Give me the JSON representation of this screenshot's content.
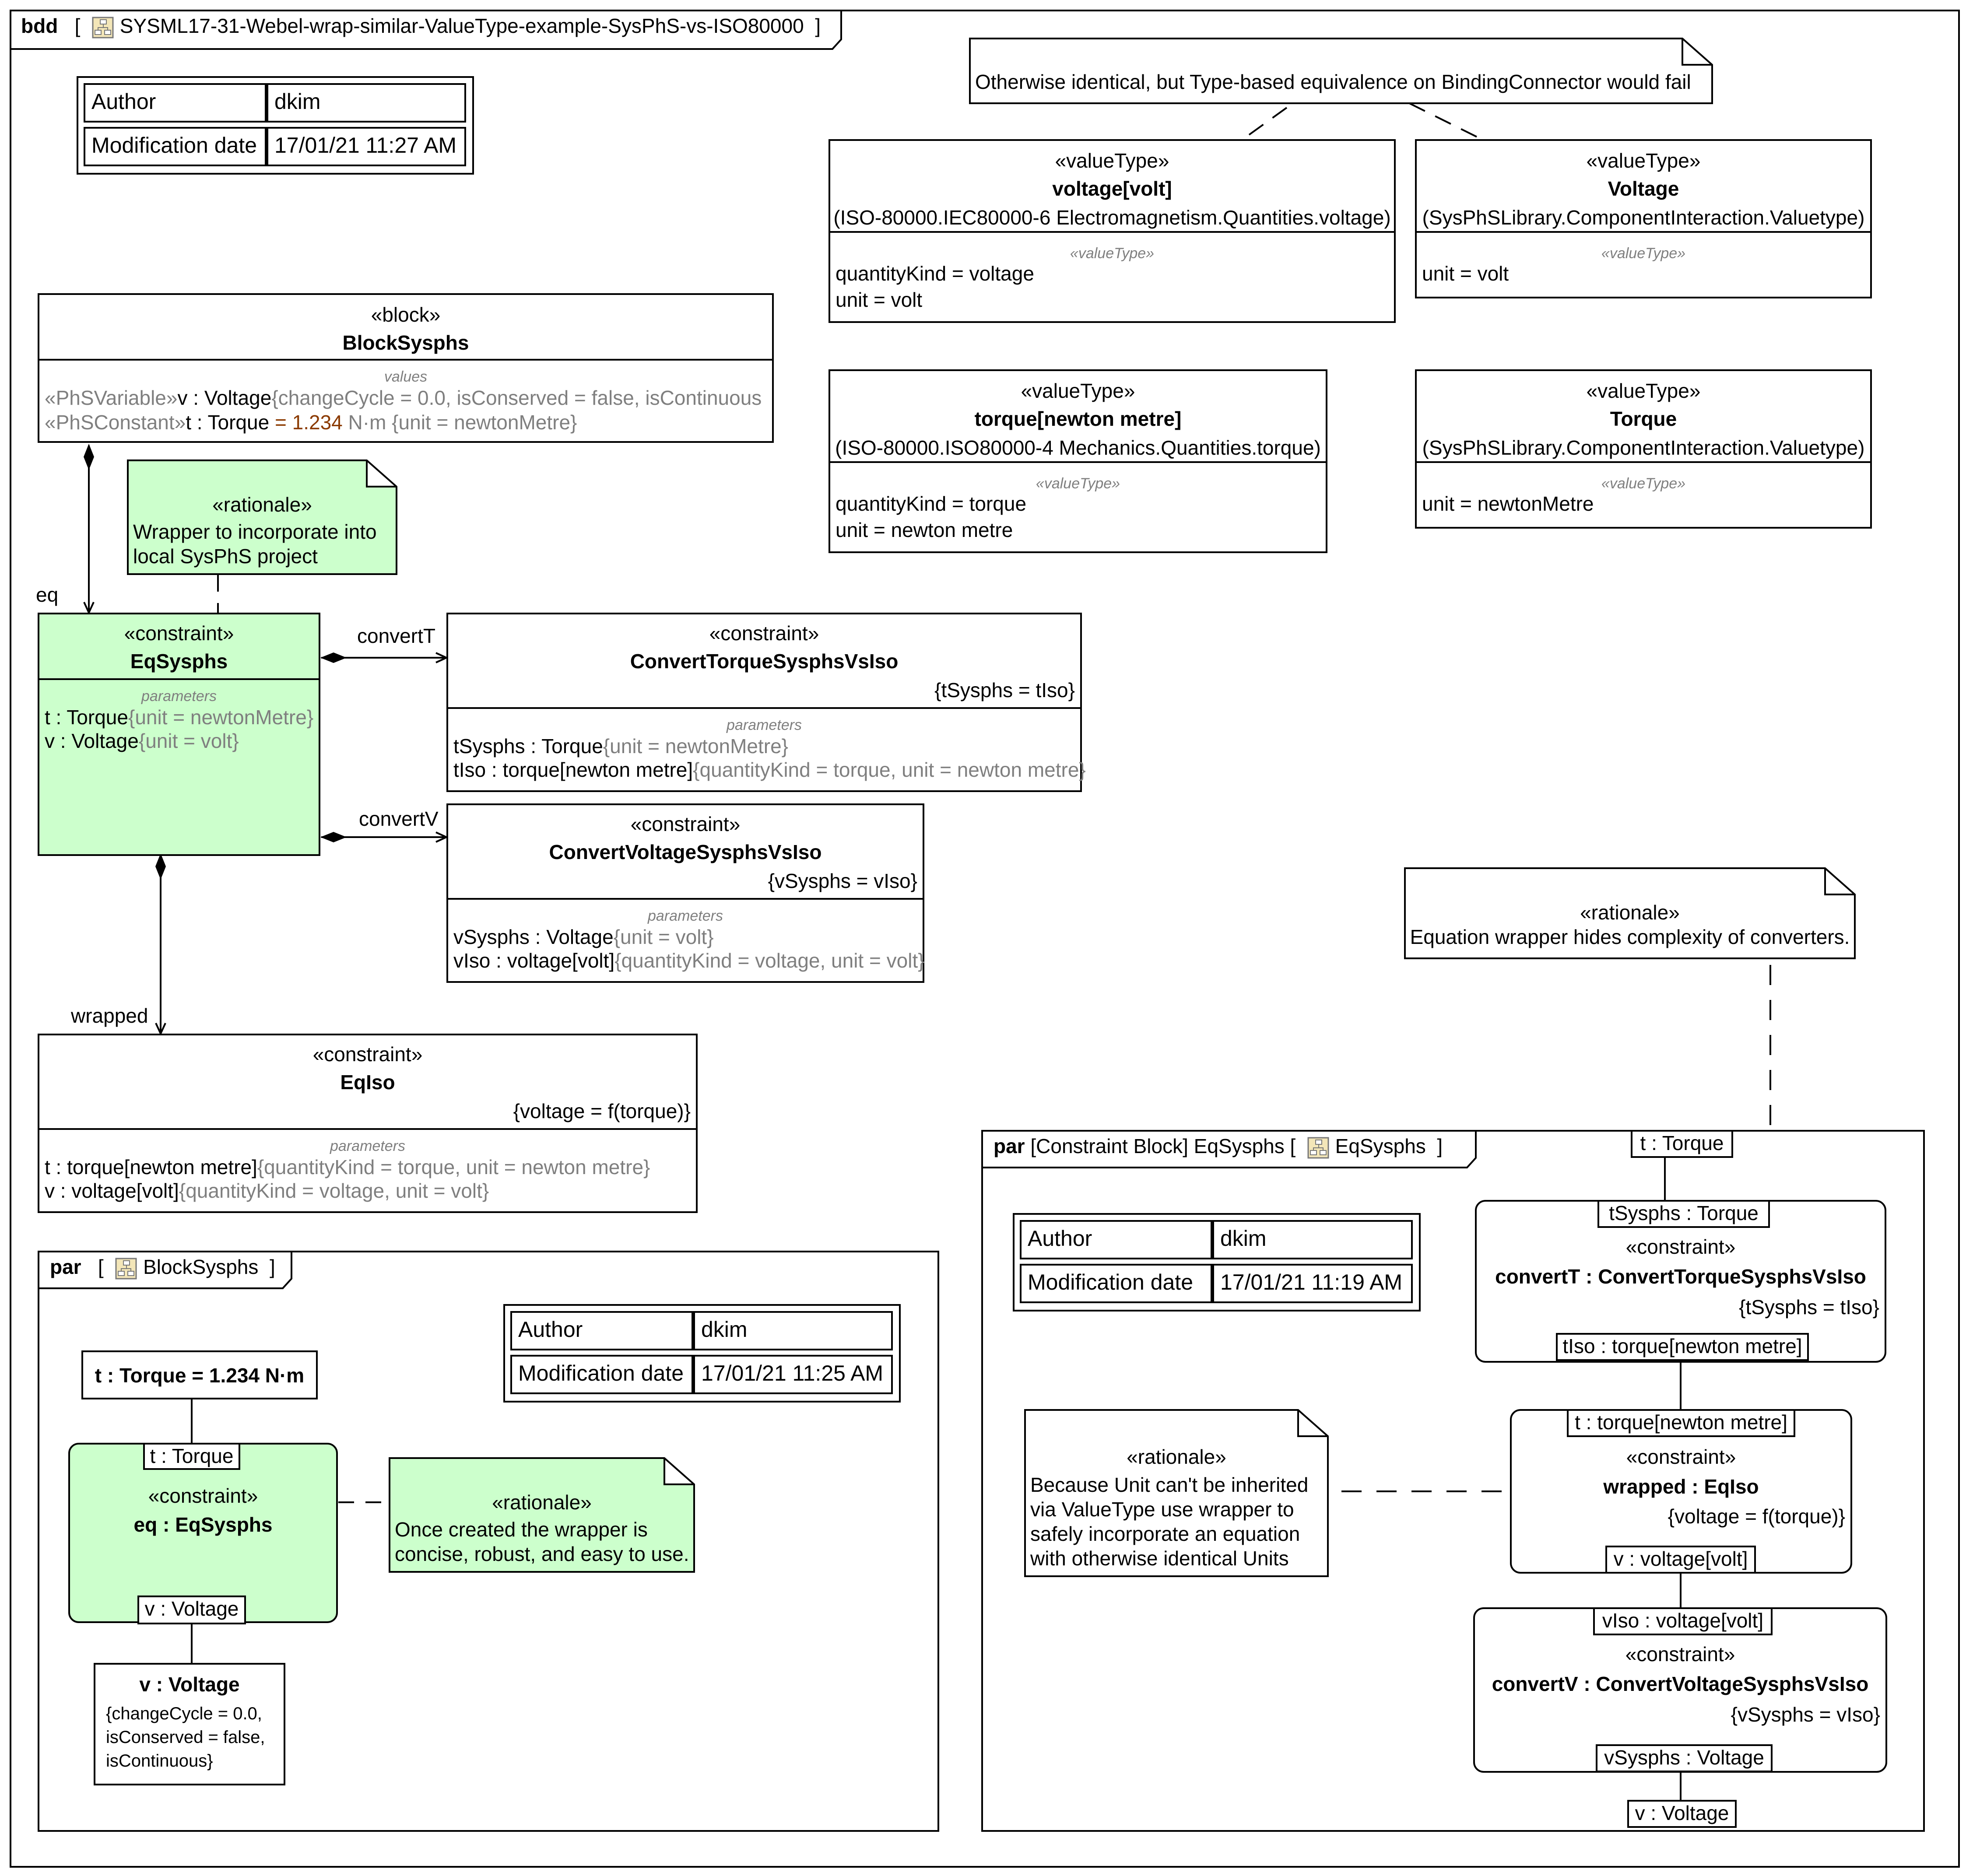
{
  "frame": {
    "kind": "bdd",
    "name": "SYSML17-31-Webel-wrap-similar-ValueType-example-SysPhS-vs-ISO80000"
  },
  "author_table_main": {
    "author_label": "Author",
    "author": "dkim",
    "date_label": "Modification date",
    "date": "17/01/21 11:27 AM"
  },
  "note_top": {
    "text": "Otherwise identical, but Type-based equivalence on BindingConnector would fail"
  },
  "vt_voltage_iso": {
    "stereo": "«valueType»",
    "name": "voltage[volt]",
    "qual": "(ISO-80000.IEC80000-6 Electromagnetism.Quantities.voltage)",
    "compartment": "«valueType»",
    "line1": "quantityKind = voltage",
    "line2": "unit = volt"
  },
  "vt_voltage_sysphs": {
    "stereo": "«valueType»",
    "name": "Voltage",
    "qual": "(SysPhSLibrary.ComponentInteraction.Valuetype)",
    "compartment": "«valueType»",
    "line1": "unit = volt"
  },
  "vt_torque_iso": {
    "stereo": "«valueType»",
    "name": "torque[newton metre]",
    "qual": "(ISO-80000.ISO80000-4 Mechanics.Quantities.torque)",
    "compartment": "«valueType»",
    "line1": "quantityKind = torque",
    "line2": "unit = newton metre"
  },
  "vt_torque_sysphs": {
    "stereo": "«valueType»",
    "name": "Torque",
    "qual": "(SysPhSLibrary.ComponentInteraction.Valuetype)",
    "compartment": "«valueType»",
    "line1": "unit = newtonMetre"
  },
  "block_sysphs": {
    "stereo": "«block»",
    "name": "BlockSysphs",
    "compartment": "values",
    "v_stereo": "«PhSVariable»",
    "v_name": "v : Voltage",
    "v_props": "{changeCycle = 0.0, isConserved = false, isContinuous",
    "t_stereo": "«PhSConstant»",
    "t_name": "t : Torque",
    "t_eq": " = ",
    "t_value": "1.234",
    "t_unit": " N·m",
    "t_props": " {unit = newtonMetre}"
  },
  "note_rationale_wrapper": {
    "stereo": "«rationale»",
    "line1": "Wrapper to incorporate into",
    "line2": "local SysPhS project"
  },
  "eq_sysphs": {
    "stereo": "«constraint»",
    "name": "EqSysphs",
    "compartment": "parameters",
    "t_name": "t : Torque",
    "t_props": "{unit = newtonMetre}",
    "v_name": "v : Voltage",
    "v_props": "{unit = volt}"
  },
  "convert_torque": {
    "stereo": "«constraint»",
    "name": "ConvertTorqueSysphsVsIso",
    "constraint": "{tSysphs = tIso}",
    "compartment": "parameters",
    "p1_name": "tSysphs  : Torque",
    "p1_props": "{unit = newtonMetre}",
    "p2_name": "tIso : torque[newton metre]",
    "p2_props": "{quantityKind = torque, unit = newton metre}"
  },
  "convert_voltage": {
    "stereo": "«constraint»",
    "name": "ConvertVoltageSysphsVsIso",
    "constraint": "{vSysphs = vIso}",
    "compartment": "parameters",
    "p1_name": "vSysphs  : Voltage",
    "p1_props": "{unit = volt}",
    "p2_name": "vIso : voltage[volt]",
    "p2_props": "{quantityKind = voltage, unit = volt}"
  },
  "eq_iso": {
    "stereo": "«constraint»",
    "name": "EqIso",
    "constraint": "{voltage = f(torque)}",
    "compartment": "parameters",
    "p1_name": "t : torque[newton metre]",
    "p1_props": "{quantityKind = torque, unit = newton metre}",
    "p2_name": "v : voltage[volt]",
    "p2_props": "{quantityKind = voltage, unit = volt}"
  },
  "role_labels": {
    "eq": "eq",
    "convertT": "convertT",
    "convertV": "convertV",
    "wrapped": "wrapped"
  },
  "note_rationale_hides": {
    "stereo": "«rationale»",
    "line1": "Equation wrapper hides complexity of converters."
  },
  "par_block": {
    "kind": "par",
    "name": "BlockSysphs",
    "author_table": {
      "author_label": "Author",
      "author": "dkim",
      "date_label": "Modification date",
      "date": "17/01/21 11:25 AM"
    },
    "t_value": "t : Torque = 1.234 N·m",
    "eq_port_t": "t : Torque",
    "eq_stereo": "«constraint»",
    "eq_name": "eq : EqSysphs",
    "eq_port_v": "v : Voltage",
    "v_name": "v : Voltage",
    "v_line1": "{changeCycle = 0.0,",
    "v_line2": "isConserved = false,",
    "v_line3": "isContinuous}",
    "note": {
      "stereo": "«rationale»",
      "line1": "Once created the wrapper is",
      "line2": "concise, robust, and easy to use."
    }
  },
  "par_eq": {
    "kind": "par",
    "qualifier": "[Constraint Block]",
    "name": "EqSysphs",
    "port_t": "t : Torque",
    "port_v": "v : Voltage",
    "author_table": {
      "author_label": "Author",
      "author": "dkim",
      "date_label": "Modification date",
      "date": "17/01/21 11:19 AM"
    },
    "convT": {
      "port_top": "tSysphs : Torque",
      "stereo": "«constraint»",
      "name": "convertT : ConvertTorqueSysphsVsIso",
      "constraint": "{tSysphs = tIso}",
      "port_bottom": "tIso : torque[newton metre]"
    },
    "wrapped": {
      "port_top": "t : torque[newton metre]",
      "stereo": "«constraint»",
      "name": "wrapped : EqIso",
      "constraint": "{voltage = f(torque)}",
      "port_bottom": "v : voltage[volt]"
    },
    "convV": {
      "port_top": "vIso : voltage[volt]",
      "stereo": "«constraint»",
      "name": "convertV : ConvertVoltageSysphsVsIso",
      "constraint": "{vSysphs = vIso}",
      "port_bottom": "vSysphs : Voltage"
    },
    "note": {
      "stereo": "«rationale»",
      "line1": "Because Unit can't be inherited",
      "line2": "via ValueType use wrapper to",
      "line3": "safely incorporate an equation",
      "line4": "with otherwise identical Units"
    }
  },
  "colors": {
    "constraint_fill": "#ccffcc",
    "note_fill": "#ccffcc",
    "property_gray": "#7f7f7f",
    "value_brown": "#8b3a00",
    "icon_fill": "#f3e6b8"
  },
  "icons": {
    "diagram_icon": "package-diagram-icon"
  }
}
